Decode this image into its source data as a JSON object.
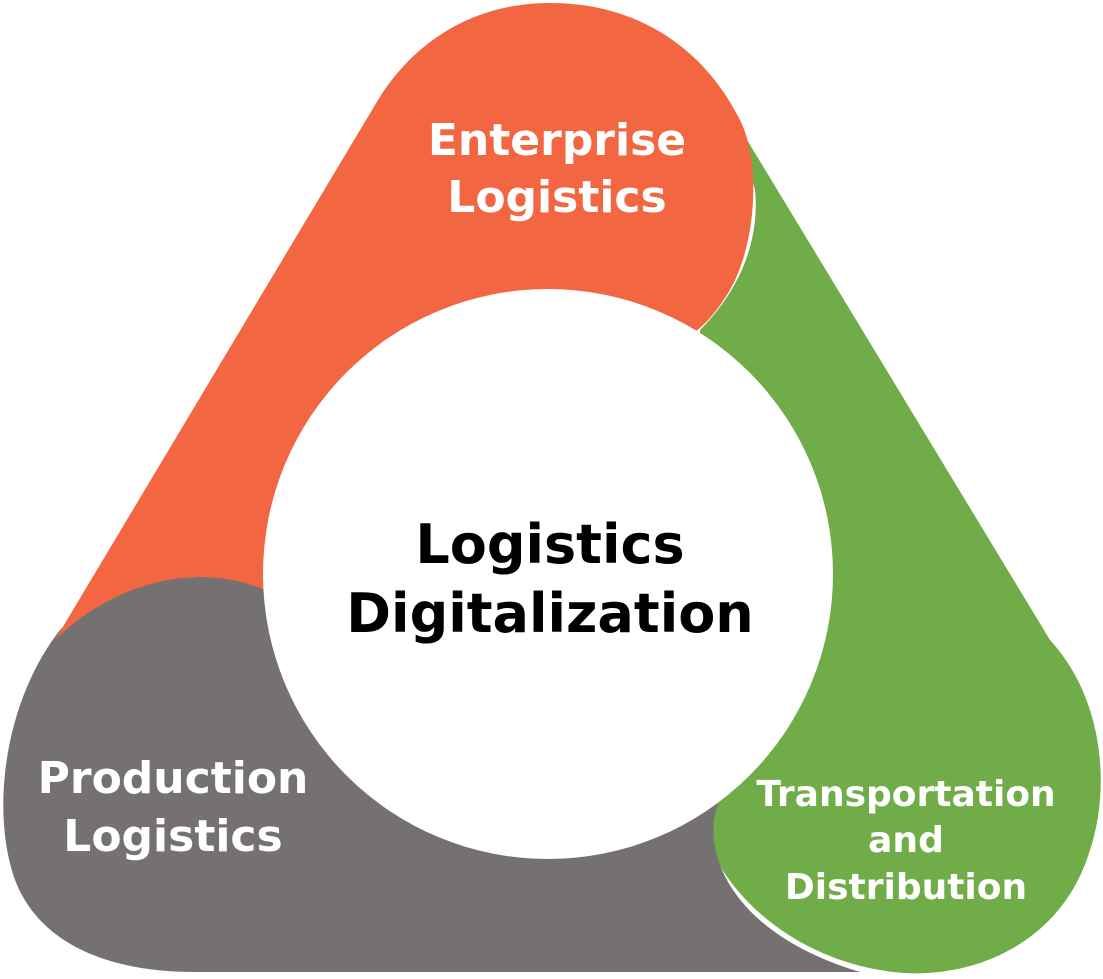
{
  "diagram": {
    "center": {
      "line1": "Logistics",
      "line2": "Digitalization"
    },
    "segments": [
      {
        "id": "enterprise",
        "line1": "Enterprise",
        "line2": "Logistics",
        "color": "#f26641"
      },
      {
        "id": "transportation",
        "line1": "Transportation",
        "line2": "and",
        "line3": "Distribution",
        "color": "#70ac48"
      },
      {
        "id": "production",
        "line1": "Production",
        "line2": "Logistics",
        "color": "#767171"
      }
    ],
    "colors": {
      "center_fill": "#ffffff",
      "center_text": "#000000",
      "segment_text": "#ffffff"
    }
  }
}
